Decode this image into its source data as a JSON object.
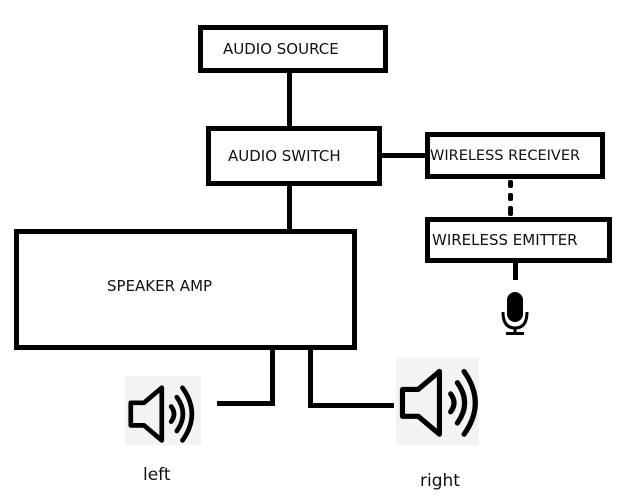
{
  "diagram": {
    "blocks": {
      "audio_source": "AUDIO SOURCE",
      "audio_switch": "AUDIO SWITCH",
      "wireless_receiver": "WIRELESS RECEIVER",
      "wireless_emitter": "WIRELESS EMITTER",
      "speaker_amp": "SPEAKER AMP"
    },
    "speakers": {
      "left": "left",
      "right": "right"
    },
    "icons": {
      "microphone": "microphone-icon",
      "speaker_left": "speaker-icon",
      "speaker_right": "speaker-icon"
    },
    "connections": [
      {
        "from": "AUDIO SOURCE",
        "to": "AUDIO SWITCH",
        "style": "solid"
      },
      {
        "from": "AUDIO SWITCH",
        "to": "WIRELESS RECEIVER",
        "style": "solid"
      },
      {
        "from": "WIRELESS RECEIVER",
        "to": "WIRELESS EMITTER",
        "style": "dashed"
      },
      {
        "from": "WIRELESS EMITTER",
        "to": "microphone",
        "style": "solid"
      },
      {
        "from": "AUDIO SWITCH",
        "to": "SPEAKER AMP",
        "style": "solid"
      },
      {
        "from": "SPEAKER AMP",
        "to": "left",
        "style": "solid"
      },
      {
        "from": "SPEAKER AMP",
        "to": "right",
        "style": "solid"
      }
    ]
  }
}
